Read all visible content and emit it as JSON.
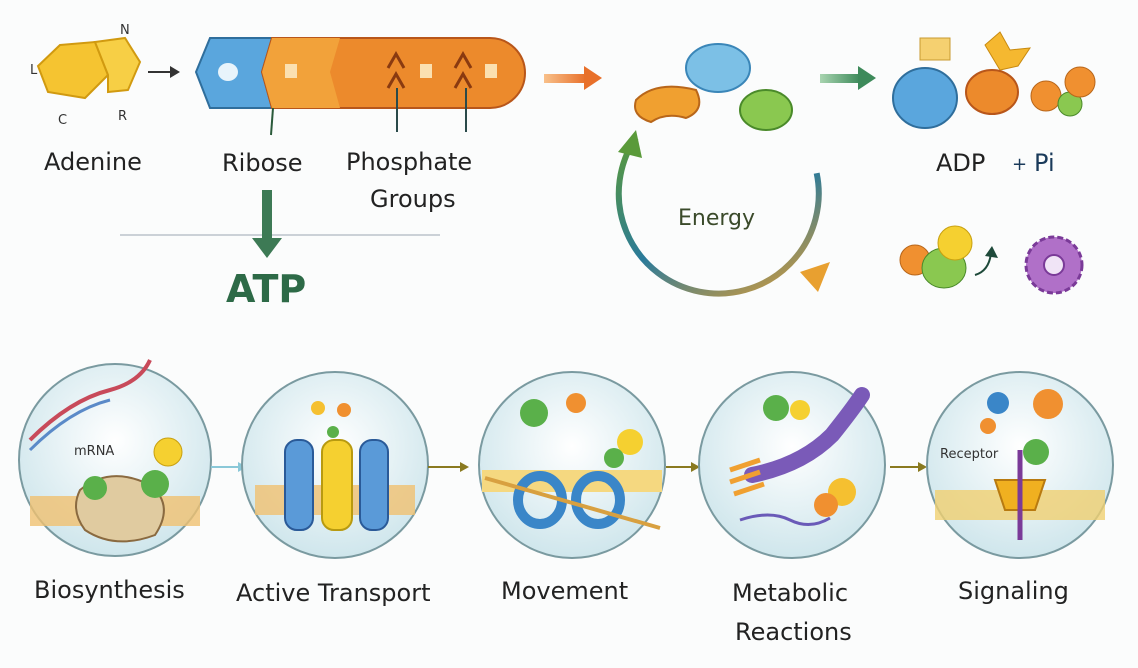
{
  "structure": {
    "adenine_atoms": [
      "N",
      "L",
      "C",
      "R"
    ],
    "labels": {
      "adenine": "Adenine",
      "ribose": "Ribose",
      "phosphate_line1": "Phosphate",
      "phosphate_line2": "Groups",
      "atp": "ATP"
    }
  },
  "cycle": {
    "center_label": "Energy",
    "products": {
      "adp": "ADP",
      "plus": "+",
      "pi": "Pi"
    }
  },
  "uses": [
    {
      "label": "Biosynthesis",
      "inner_label": "mRNA"
    },
    {
      "label": "Active Transport"
    },
    {
      "label": "Movement"
    },
    {
      "label_line1": "Metabolic",
      "label_line2": "Reactions"
    },
    {
      "label": "Signaling",
      "inner_label": "Receptor"
    }
  ],
  "colors": {
    "atp_green": "#2d6a47",
    "adenine_yellow": "#f5c431",
    "ribose_blue": "#5aa6dd",
    "phosphate_orange": "#ec8a2c",
    "circle_bg": "#dff0f3"
  }
}
